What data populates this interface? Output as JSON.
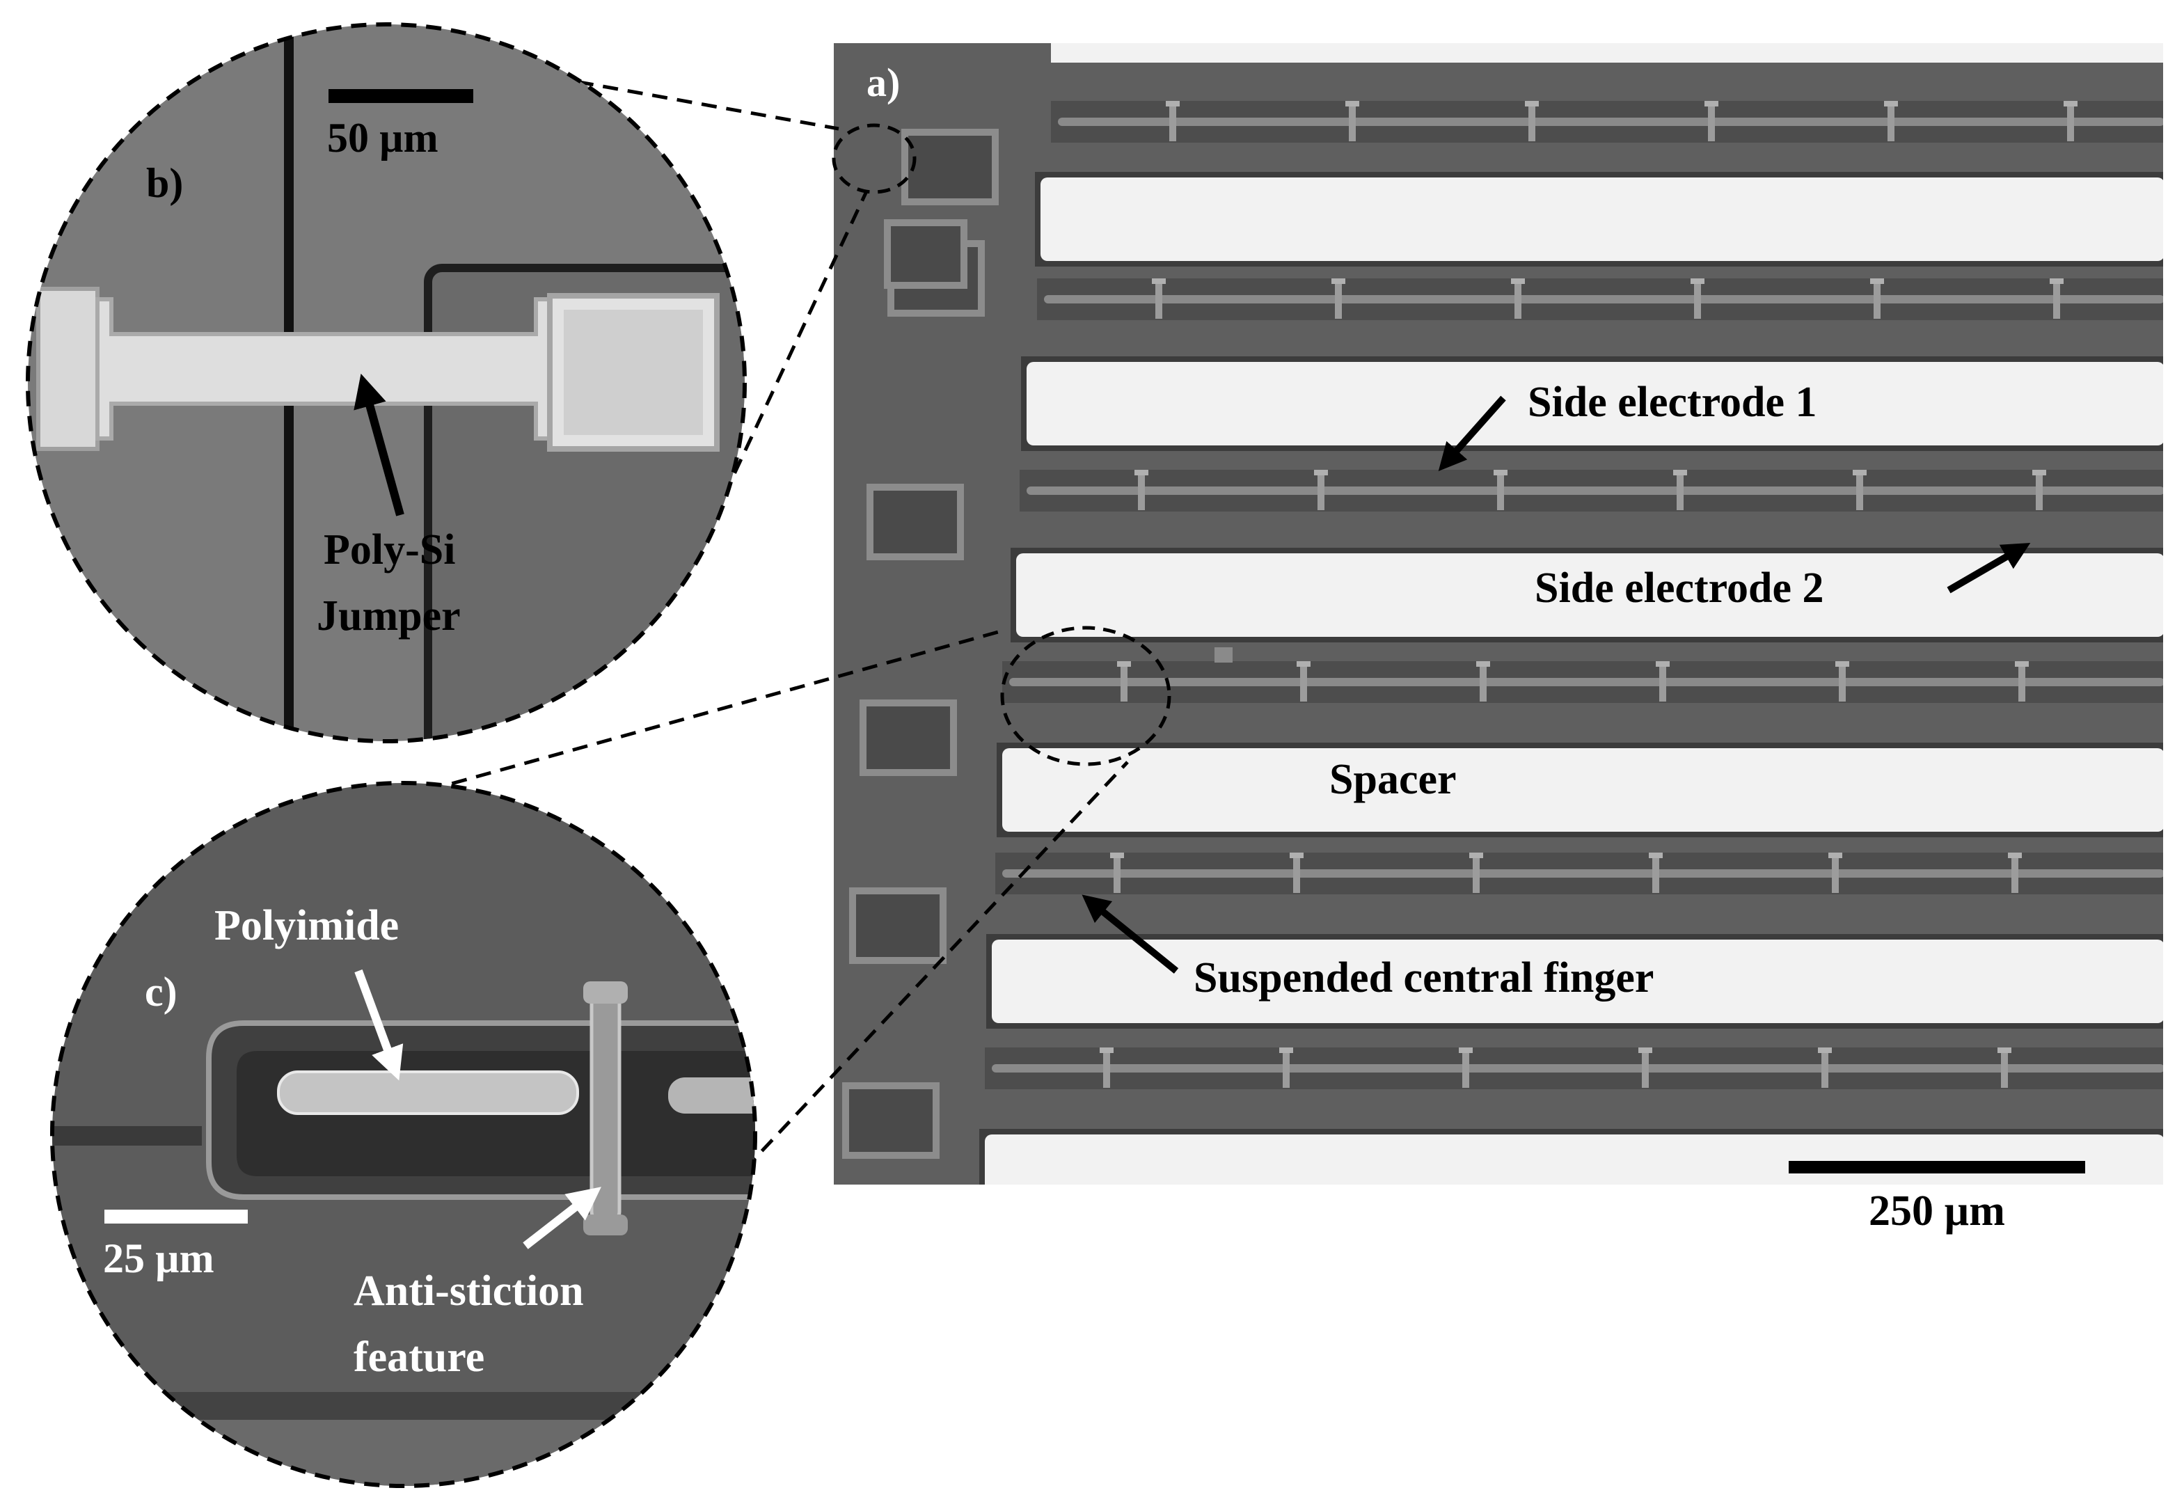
{
  "panels": {
    "a": {
      "label": "a)",
      "scale_bar": "250 µm",
      "annotations": {
        "side_electrode_1": "Side electrode 1",
        "side_electrode_2": "Side electrode 2",
        "spacer": "Spacer",
        "suspended_central_finger": "Suspended central finger"
      }
    },
    "b": {
      "label": "b)",
      "scale_bar": "50 µm",
      "annotations": {
        "jumper_line1": "Poly-Si",
        "jumper_line2": "Jumper"
      }
    },
    "c": {
      "label": "c)",
      "scale_bar": "25 µm",
      "annotations": {
        "polyimide": "Polyimide",
        "anti_stiction_line1": "Anti-stiction",
        "anti_stiction_line2": "feature"
      }
    }
  },
  "colors": {
    "substrate": "#5f5f5f",
    "finger": "#4d4d4d",
    "spacer": "#f2f2f2",
    "pad": "#8c8c8c",
    "background": "#ffffff"
  }
}
